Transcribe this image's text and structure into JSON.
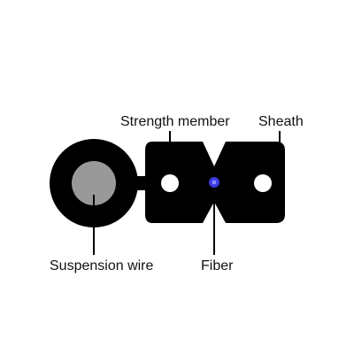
{
  "labels": {
    "strength_member": "Strength member",
    "sheath": "Sheath",
    "suspension_wire": "Suspension wire",
    "fiber": "Fiber"
  },
  "colors": {
    "background": "#ffffff",
    "sheath": "#000000",
    "suspension_wire_core": "#999999",
    "strength_member_hole": "#ffffff",
    "fiber_core": "#3a3ae0",
    "leader_line": "#000000",
    "text": "#111111"
  }
}
